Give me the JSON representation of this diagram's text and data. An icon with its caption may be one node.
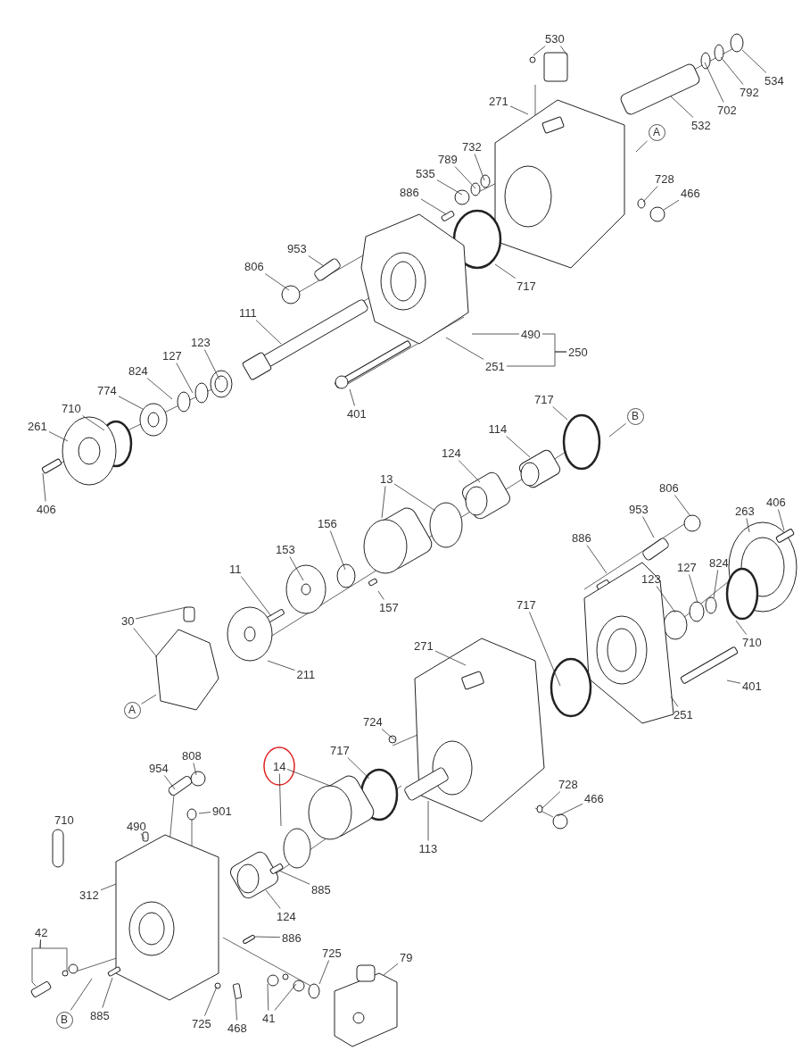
{
  "diagram": {
    "nodes": [
      {
        "text": [
          "530"
        ]
      },
      {
        "text": [
          "534"
        ]
      },
      {
        "text": [
          "792"
        ]
      },
      {
        "text": [
          "702"
        ]
      },
      {
        "text": [
          "532"
        ]
      },
      {
        "text": [
          "271"
        ]
      },
      {
        "text": [
          "A"
        ]
      },
      {
        "text": [
          "732"
        ]
      },
      {
        "text": [
          "789"
        ]
      },
      {
        "text": [
          "535"
        ]
      },
      {
        "text": [
          "728"
        ]
      },
      {
        "text": [
          "466"
        ]
      },
      {
        "text": [
          "886"
        ]
      },
      {
        "text": [
          "953"
        ]
      },
      {
        "text": [
          "806"
        ]
      },
      {
        "text": [
          "717"
        ]
      },
      {
        "text": [
          "111"
        ]
      },
      {
        "text": [
          "490"
        ]
      },
      {
        "text": [
          "250"
        ]
      },
      {
        "text": [
          "251"
        ]
      },
      {
        "text": [
          "123"
        ]
      },
      {
        "text": [
          "127"
        ]
      },
      {
        "text": [
          "824"
        ]
      },
      {
        "text": [
          "774"
        ]
      },
      {
        "text": [
          "401"
        ]
      },
      {
        "text": [
          "710"
        ]
      },
      {
        "text": [
          "261"
        ]
      },
      {
        "text": [
          "406"
        ]
      },
      {
        "text": [
          "717"
        ]
      },
      {
        "text": [
          "B"
        ]
      },
      {
        "text": [
          "114"
        ]
      },
      {
        "text": [
          "124"
        ]
      },
      {
        "text": [
          "13"
        ]
      },
      {
        "text": [
          "806"
        ]
      },
      {
        "text": [
          "953"
        ]
      },
      {
        "text": [
          "886"
        ]
      },
      {
        "text": [
          "263"
        ]
      },
      {
        "text": [
          "406"
        ]
      },
      {
        "text": [
          "156"
        ]
      },
      {
        "text": [
          "824"
        ]
      },
      {
        "text": [
          "127"
        ]
      },
      {
        "text": [
          "123"
        ]
      },
      {
        "text": [
          "153"
        ]
      },
      {
        "text": [
          "717"
        ]
      },
      {
        "text": [
          "157"
        ]
      },
      {
        "text": [
          "11"
        ]
      },
      {
        "text": [
          "30"
        ]
      },
      {
        "text": [
          "710"
        ]
      },
      {
        "text": [
          "211"
        ]
      },
      {
        "text": [
          "271"
        ]
      },
      {
        "text": [
          "401"
        ]
      },
      {
        "text": [
          "A"
        ]
      },
      {
        "text": [
          "251"
        ]
      },
      {
        "text": [
          "724"
        ]
      },
      {
        "text": [
          "14"
        ]
      },
      {
        "text": [
          "717"
        ]
      },
      {
        "text": [
          "954"
        ]
      },
      {
        "text": [
          "808"
        ]
      },
      {
        "text": [
          "901"
        ]
      },
      {
        "text": [
          "728"
        ]
      },
      {
        "text": [
          "466"
        ]
      },
      {
        "text": [
          "113"
        ]
      },
      {
        "text": [
          "710"
        ]
      },
      {
        "text": [
          "490"
        ]
      },
      {
        "text": [
          "312"
        ]
      },
      {
        "text": [
          "885"
        ]
      },
      {
        "text": [
          "124"
        ]
      },
      {
        "text": [
          "886"
        ]
      },
      {
        "text": [
          "42"
        ]
      },
      {
        "text": [
          "725"
        ]
      },
      {
        "text": [
          "79"
        ]
      },
      {
        "text": [
          "B"
        ]
      },
      {
        "text": [
          "885"
        ]
      },
      {
        "text": [
          "725"
        ]
      },
      {
        "text": [
          "468"
        ]
      },
      {
        "text": [
          "41"
        ]
      }
    ],
    "edges": [
      {
        "from": 0,
        "to": null,
        "arrow": "none"
      },
      {
        "from": 0,
        "to": null,
        "arrow": "none"
      },
      {
        "from": 1,
        "to": null,
        "arrow": "none"
      },
      {
        "from": 2,
        "to": null,
        "arrow": "none"
      },
      {
        "from": 3,
        "to": null,
        "arrow": "none"
      },
      {
        "from": 4,
        "to": null,
        "arrow": "none"
      },
      {
        "from": 5,
        "to": null,
        "arrow": "none"
      },
      {
        "from": 6,
        "to": null,
        "arrow": "none"
      },
      {
        "from": 7,
        "to": null,
        "arrow": "none"
      },
      {
        "from": 8,
        "to": null,
        "arrow": "none"
      },
      {
        "from": 9,
        "to": null,
        "arrow": "none"
      },
      {
        "from": 10,
        "to": null,
        "arrow": "none"
      },
      {
        "from": 11,
        "to": null,
        "arrow": "none"
      },
      {
        "from": 12,
        "to": null,
        "arrow": "none"
      },
      {
        "from": 13,
        "to": null,
        "arrow": "none"
      },
      {
        "from": 14,
        "to": null,
        "arrow": "none"
      },
      {
        "from": 15,
        "to": null,
        "arrow": "none"
      },
      {
        "from": 16,
        "to": null,
        "arrow": "none"
      },
      {
        "from": 17,
        "to": null,
        "arrow": "none"
      },
      {
        "from": 18,
        "to": 17,
        "arrow": "none"
      },
      {
        "from": 18,
        "to": 19,
        "arrow": "none"
      },
      {
        "from": 19,
        "to": null,
        "arrow": "none"
      },
      {
        "from": 20,
        "to": null,
        "arrow": "none"
      },
      {
        "from": 21,
        "to": null,
        "arrow": "none"
      },
      {
        "from": 22,
        "to": null,
        "arrow": "none"
      },
      {
        "from": 23,
        "to": null,
        "arrow": "none"
      },
      {
        "from": 24,
        "to": null,
        "arrow": "none"
      },
      {
        "from": 25,
        "to": null,
        "arrow": "none"
      },
      {
        "from": 26,
        "to": null,
        "arrow": "none"
      },
      {
        "from": 27,
        "to": null,
        "arrow": "none"
      },
      {
        "from": 28,
        "to": null,
        "arrow": "none"
      },
      {
        "from": 29,
        "to": null,
        "arrow": "none"
      },
      {
        "from": 30,
        "to": null,
        "arrow": "none"
      },
      {
        "from": 31,
        "to": null,
        "arrow": "none"
      },
      {
        "from": 32,
        "to": null,
        "arrow": "none"
      },
      {
        "from": 32,
        "to": null,
        "arrow": "none"
      },
      {
        "from": 33,
        "to": null,
        "arrow": "none"
      },
      {
        "from": 34,
        "to": null,
        "arrow": "none"
      },
      {
        "from": 35,
        "to": null,
        "arrow": "none"
      },
      {
        "from": 36,
        "to": null,
        "arrow": "none"
      },
      {
        "from": 37,
        "to": null,
        "arrow": "none"
      },
      {
        "from": 38,
        "to": null,
        "arrow": "none"
      },
      {
        "from": 39,
        "to": null,
        "arrow": "none"
      },
      {
        "from": 40,
        "to": null,
        "arrow": "none"
      },
      {
        "from": 41,
        "to": null,
        "arrow": "none"
      },
      {
        "from": 42,
        "to": null,
        "arrow": "none"
      },
      {
        "from": 43,
        "to": null,
        "arrow": "none"
      },
      {
        "from": 44,
        "to": null,
        "arrow": "none"
      },
      {
        "from": 45,
        "to": null,
        "arrow": "none"
      },
      {
        "from": 46,
        "to": null,
        "arrow": "none"
      },
      {
        "from": 46,
        "to": null,
        "arrow": "none"
      },
      {
        "from": 47,
        "to": null,
        "arrow": "none"
      },
      {
        "from": 48,
        "to": null,
        "arrow": "none"
      },
      {
        "from": 49,
        "to": null,
        "arrow": "none"
      },
      {
        "from": 50,
        "to": null,
        "arrow": "none"
      },
      {
        "from": 51,
        "to": null,
        "arrow": "none"
      },
      {
        "from": 52,
        "to": null,
        "arrow": "none"
      },
      {
        "from": 53,
        "to": null,
        "arrow": "none"
      },
      {
        "from": 54,
        "to": null,
        "arrow": "none"
      },
      {
        "from": 54,
        "to": null,
        "arrow": "none"
      },
      {
        "from": 55,
        "to": null,
        "arrow": "none"
      },
      {
        "from": 56,
        "to": null,
        "arrow": "none"
      },
      {
        "from": 57,
        "to": null,
        "arrow": "none"
      },
      {
        "from": 58,
        "to": null,
        "arrow": "none"
      },
      {
        "from": 59,
        "to": null,
        "arrow": "none"
      },
      {
        "from": 60,
        "to": null,
        "arrow": "none"
      },
      {
        "from": 61,
        "to": null,
        "arrow": "none"
      },
      {
        "from": 63,
        "to": null,
        "arrow": "none"
      },
      {
        "from": 64,
        "to": null,
        "arrow": "none"
      },
      {
        "from": 65,
        "to": null,
        "arrow": "none"
      },
      {
        "from": 66,
        "to": null,
        "arrow": "none"
      },
      {
        "from": 67,
        "to": null,
        "arrow": "none"
      },
      {
        "from": 68,
        "to": null,
        "arrow": "none"
      },
      {
        "from": 68,
        "to": null,
        "arrow": "none"
      },
      {
        "from": 69,
        "to": null,
        "arrow": "none"
      },
      {
        "from": 70,
        "to": null,
        "arrow": "none"
      },
      {
        "from": 71,
        "to": null,
        "arrow": "none"
      },
      {
        "from": 72,
        "to": null,
        "arrow": "none"
      },
      {
        "from": 73,
        "to": null,
        "arrow": "none"
      },
      {
        "from": 74,
        "to": null,
        "arrow": "none"
      },
      {
        "from": 75,
        "to": null,
        "arrow": "none"
      },
      {
        "from": 75,
        "to": null,
        "arrow": "none"
      }
    ]
  }
}
